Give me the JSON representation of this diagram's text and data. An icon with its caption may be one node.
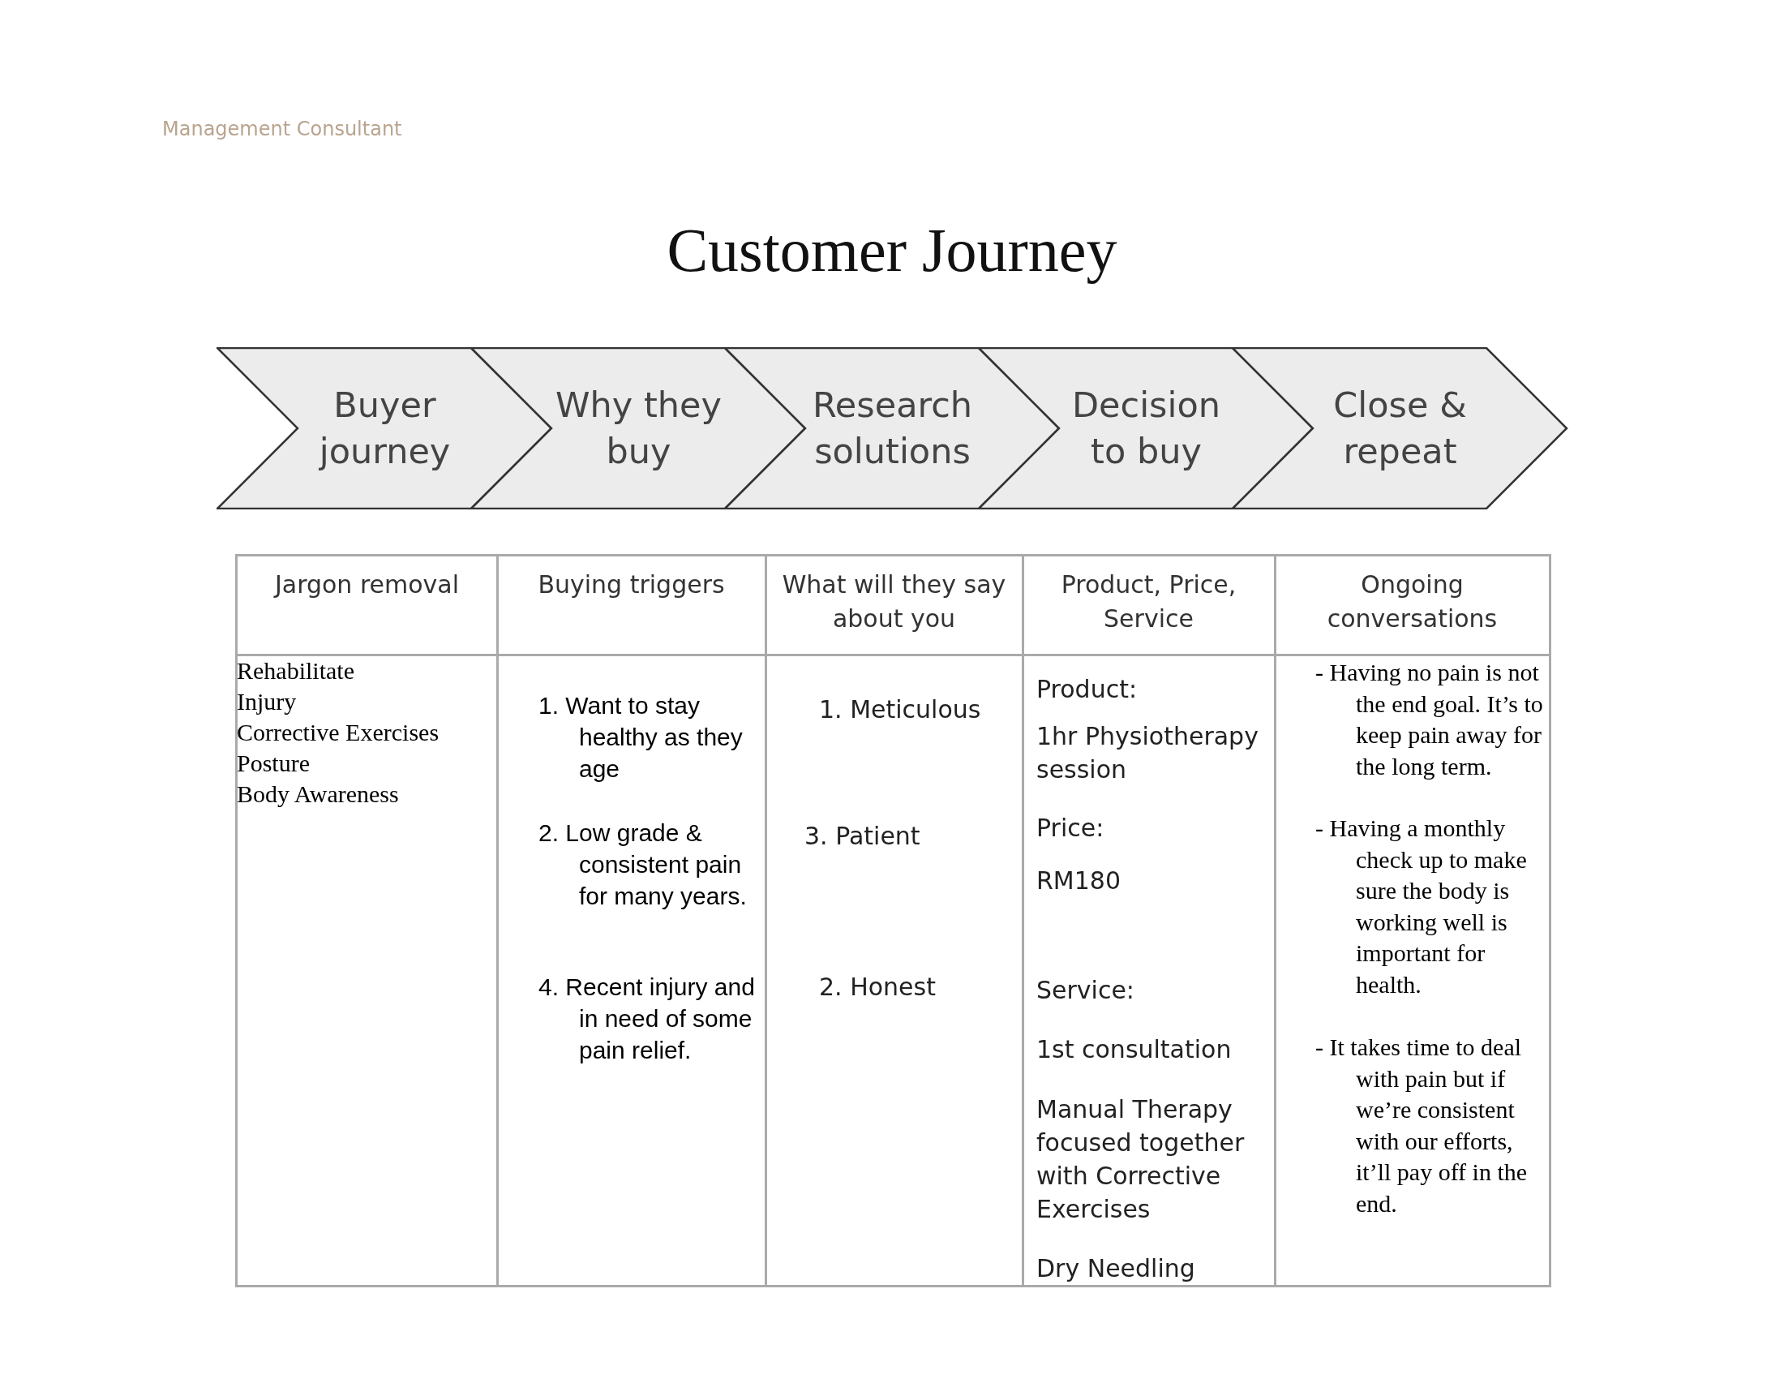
{
  "diagram": {
    "title": "Customer Journey",
    "nodes": [
      {
        "text": [
          "Buyer journey"
        ]
      },
      {
        "text": [
          "Why they buy"
        ]
      },
      {
        "text": [
          "Research solutions"
        ]
      },
      {
        "text": [
          "Decision to buy"
        ]
      },
      {
        "text": [
          "Close & repeat"
        ]
      }
    ],
    "labels": [
      "Management Consultant",
      "Jargon removal",
      "Buying triggers",
      "What will they say about you",
      "Product, Price, Service",
      "Ongoing conversations",
      "Rehabilitate",
      "Injury",
      "Corrective Exercises",
      "Posture",
      "Body Awareness",
      "1. Want to stay healthy as they age",
      "2. Low grade & consistent pain for many years.",
      "4. Recent injury and in need of some pain relief.",
      "1. Meticulous",
      "3. Patient",
      "2. Honest",
      "Product:",
      "1hr Physiotherapy session",
      "Price:",
      "RM180",
      "Service:",
      "1st consultation",
      "Manual Therapy focused together with Corrective Exercises",
      "Dry Needling",
      "- Having no pain is not the end goal. It’s to keep pain away for the long term.",
      "- Having a monthly check up to make sure the body is working well is important for health.",
      "- It takes time to deal with pain but if we’re consistent with our efforts, it’ll pay off in the end."
    ]
  }
}
